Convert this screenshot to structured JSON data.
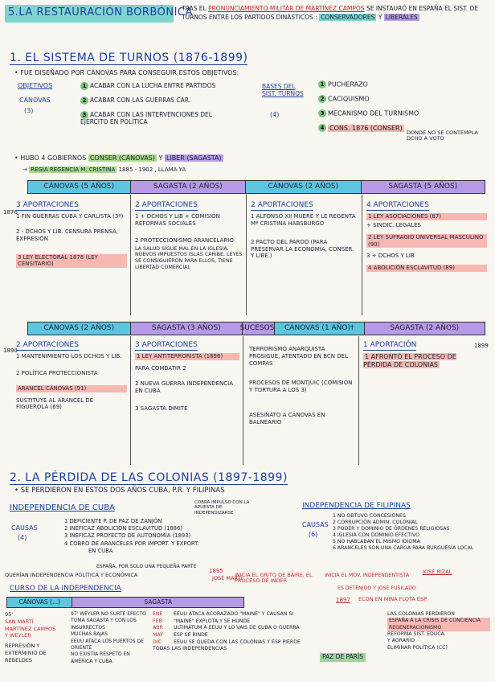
{
  "header": {
    "title": "5.LA RESTAURACIÓN BORBÓNICA",
    "intro_1": "TRAS EL",
    "intro_highlight": "PRONUNCIAMIENTO MILITAR DE MARTÍNEZ CAMPOS",
    "intro_2": "SE INSTAURÓ EN ESPAÑA EL SIST. DE TURNOS ENTRE LOS PARTIDOS DINÁSTICOS :",
    "conservadores": "CONSERVADORES",
    "y": "Y",
    "liberales": "LIBERALES"
  },
  "section1": {
    "title": "1. EL SISTEMA DE TURNOS (1876-1899)",
    "bullet1": "FUE DISEÑADO POR CÁNOVAS PARA CONSEGUIR ESTOS OBJETIVOS:",
    "objetivos_label": "OBJETIVOS",
    "canovas_label": "CÁNOVAS",
    "canovas_count": "(3)",
    "obj": [
      {
        "n": "1",
        "text": "ACABAR CON LA LUCHA ENTRE PARTIDOS"
      },
      {
        "n": "2",
        "text": "ACABAR CON LAS GUERRAS CAR."
      },
      {
        "n": "3",
        "text": "ACABAR CON LAS INTERVENCIONES DEL EJÉRCITO EN POLÍTICA"
      }
    ],
    "bases_label": "BASES DEL SIST. TURNOS",
    "bases_count": "(4)",
    "bases": [
      {
        "n": "1",
        "text": "PUCHERAZO"
      },
      {
        "n": "2",
        "text": "CACIQUISMO"
      },
      {
        "n": "3",
        "text": "MECANISMO DEL TURNISMO"
      },
      {
        "n": "4",
        "text": "CONS. 1876 (CONSER)"
      }
    ],
    "bases_note": "DONDE NO SE CONTEMPLA DCHO A VOTO",
    "bullet2_a": "HUBO 4 GOBIERNOS",
    "conser_hl": "CONSER (CÁNOVAS)",
    "bullet2_b": "Y",
    "liber_hl": "LIBER (SAGASTA)",
    "regencia": "REGIA REGENCIA M. CRISTINA",
    "regencia_years": "1885 - 1902 , LLAMA YA"
  },
  "band1": [
    {
      "label": "CÁNOVAS (5 AÑOS)",
      "color": "cyan"
    },
    {
      "label": "SAGASTA (2 AÑOS)",
      "color": "violet"
    },
    {
      "label": "CÁNOVAS (2 AÑOS)",
      "color": "cyan"
    },
    {
      "label": "SAGASTA (5 AÑOS)",
      "color": "violet"
    }
  ],
  "band1_start": "1876",
  "col1": {
    "h": "3 APORTACIONES",
    "items": [
      "1 FIN GUERRAS CUBA Y CARLISTA (3ª)",
      "2 - DCHOS Y LIB. CENSURA PRENSA, EXPRESIÓN",
      "3 LEY ELECTORAL 1878 (LEY CENSITARIO)"
    ]
  },
  "col2": {
    "h": "2 APORTACIONES",
    "items": [
      "1 + DCHOS Y LIB + COMISIÓN REFORMAS SOCIALES",
      "2 PROTECCIONISMO ARANCELARIO",
      "LA SALUD SIGUE MAL EN LA IGLESIA. NUEVOS IMPUESTOS ISLAS CARIBE, LEYES SE CONSIGUIERON PARA ELLOS, TIENE LIBERTAD COMERCIAL"
    ]
  },
  "col3": {
    "h": "2 APORTACIONES",
    "items": [
      "1 ALFONSO XII MUERE Y LE REGENTA Mª CRISTINA HABSBURGO",
      "2 PACTO DEL PARDO (PARA PRESERVAR LA ECONOMÍA, CONSER. Y LIBE.)"
    ]
  },
  "col4": {
    "h": "4 APORTACIONES",
    "items": [
      "1 LEY ASOCIACIONES (87)",
      "+ SINDIC. LEGALES",
      "2 LEY SUFRAGIO UNIVERSAL MASCULINO (90)",
      "3 + DCHOS Y LIB",
      "4 ABOLICIÓN ESCLAVITUD (89)"
    ]
  },
  "band2": [
    {
      "label": "CÁNOVAS (2 AÑOS)",
      "color": "cyan"
    },
    {
      "label": "SAGASTA (3 AÑOS)",
      "color": "violet"
    },
    {
      "label": "SUCESOS:",
      "color": "violet"
    },
    {
      "label": "CÁNOVAS (1 AÑO)†",
      "color": "cyan"
    },
    {
      "label": "SAGASTA (2 AÑOS)",
      "color": "violet"
    }
  ],
  "band2_start": "1890",
  "band2_end": "1899",
  "col5": {
    "h": "2 APORTACIONES",
    "items": [
      "1 MANTENIMIENTO LOS DCHOS Y LIB.",
      "2 POLÍTICA PROTECCIONISTA",
      "ARANCEL CÁNOVAS (91)",
      "SUSTITUYE AL ARANCEL DE FIGUEROLA (69)"
    ]
  },
  "col6": {
    "h": "3 APORTACIONES",
    "items": [
      "1 LEY ANTITERRORISTA (1896)",
      "PARA COMBATIR 2",
      "2 NUEVA GUERRA INDEPENDENCIA EN CUBA",
      "3 SAGASTA DIMITE"
    ]
  },
  "col7": {
    "items": [
      "TERRORISMO ANARQUISTA PROSIGUE, ATENTADO EN BCN DEL COMPAS",
      "PROCESOS DE MONTJUIC (COMISIÓN Y TORTURA A LOS 3)",
      "ASESINATO A CÁNOVAS EN BALNEARIO"
    ]
  },
  "col8": {
    "h": "1 APORTACIÓN",
    "items": [
      "1 AFRONTÓ EL PROCESO DE PÉRDIDA DE COLONIAS"
    ]
  },
  "section2": {
    "title": "2. LA PÉRDIDA DE LAS COLONIAS (1897-1899)",
    "bullet": "SE PERDIERON EN ESTOS DOS AÑOS CUBA, P.R. Y FILIPINAS",
    "cuba_title": "INDEPENDENCIA DE CUBA",
    "cuba_note": "COBRA IMPULSO CON LA APUESTA DE INDEPENDIZARSE",
    "causas_label": "CAUSAS",
    "causas_count": "(4)",
    "cuba_causes": [
      "1 DEFICIENTE P. DE PAZ DE ZANJÓN",
      "2 INEFICAZ ABOLICIÓN ESCLAVITUD (1886)",
      "3 INEFICAZ PROYECTO DE AUTONOMÍA (1893)",
      "4 COBRO DE ARANCELES POR IMPORT. Y EXPORT."
    ],
    "cuba_eeuu": "EN CUBA",
    "cuba_line1": "QUERÍAN INDEPENDENCIA POLÍTICA Y ECONÓMICA",
    "cuba_line1_b": "ESPAÑA, POR SOLO UNA PEQUEÑA PARTE",
    "cuba_1895": "1895",
    "cuba_marti": "JOSÉ MARTÍ",
    "cuba_grito": "INICIA EL GRITO DE BAIRE, EL PROCESO DE INDEP.",
    "curso_title": "CURSO DE LA INDEPENDENCIA",
    "fil_title": "INDEPENDENCIA DE FILIPINAS",
    "fil_causas": "CAUSAS",
    "fil_count": "(6)",
    "fil_causes": [
      "1 NO OBTUVO CONCESIONES",
      "2 CORRUPCIÓN ADMIN. COLONIAL",
      "3 PODER Y DOMINIO DE ÓRDENES RELIGIOSAS",
      "4 IGLESIA CON DOMINIO EFECTIVO",
      "5 NO HABLABAN EL MISMO IDIOMA",
      "6 ARANCELES SON UNA CARGA PARA BURGUESÍA LOCAL"
    ],
    "fil_rizal_a": "INICIA EL MOV. INDEPENDENTISTA",
    "fil_rizal_b": "JOSÉ RIZAL",
    "fil_rizal_c": "ES DETENIDO Y JOSÉ FUSILADO",
    "fil_1897": "1897",
    "fil_ejerc": "ECON EN MINA FLOTA ESP.",
    "fil_right": [
      "LAS COLONIAS PERDIERON",
      "ESPAÑA A LA CRISIS DE CONCIENCIA",
      "REGENERACIONISMO",
      "REFORMA SIST. EDUCA.",
      "Y AGRARIO",
      "ELIMINAR POLÍTICA (CC)"
    ],
    "paz_paris": "PAZ DE PARÍS",
    "band_cv": "CÁNOVAS (...)",
    "band_sg": "SAGASTA",
    "bottom_left": [
      "95'",
      "SAN MARTÍ",
      "MARTÍNEZ CAMPOS",
      "Y WEYLER",
      "REPRESIÓN Y EXTERMINIO DE REBELDES"
    ],
    "bottom_mid": [
      "97' WEYLER NO SURTE EFECTO",
      "TOMA SAGASTA Y CON LOS INSURRECTOS",
      "MUCHAS BAJAS",
      "EEUU ATACA LOS PUERTOS DE ORIENTE",
      "NO EXISTÍA RESPETO EN AMÉRICA Y CUBA"
    ],
    "bottom_right": [
      {
        "m": "ENE",
        "t": "EEUU ATACA ACORAZADO \"MAINE\" Y CAUSAN SI"
      },
      {
        "m": "FEB",
        "t": "\"MAINE\" EXPLOTA Y SE HUNDE"
      },
      {
        "m": "ABR",
        "t": "ULTIMÁTUM A EEUU Y LO VAIS DE CUBA O GUERRA"
      },
      {
        "m": "MAY",
        "t": "ESP SE RINDE"
      },
      {
        "m": "DIC",
        "t": "EEUU SE QUEDA CON LAS COLONIAS Y ESP PIERDE TODAS LAS INDEPENDENCIAS"
      }
    ]
  }
}
